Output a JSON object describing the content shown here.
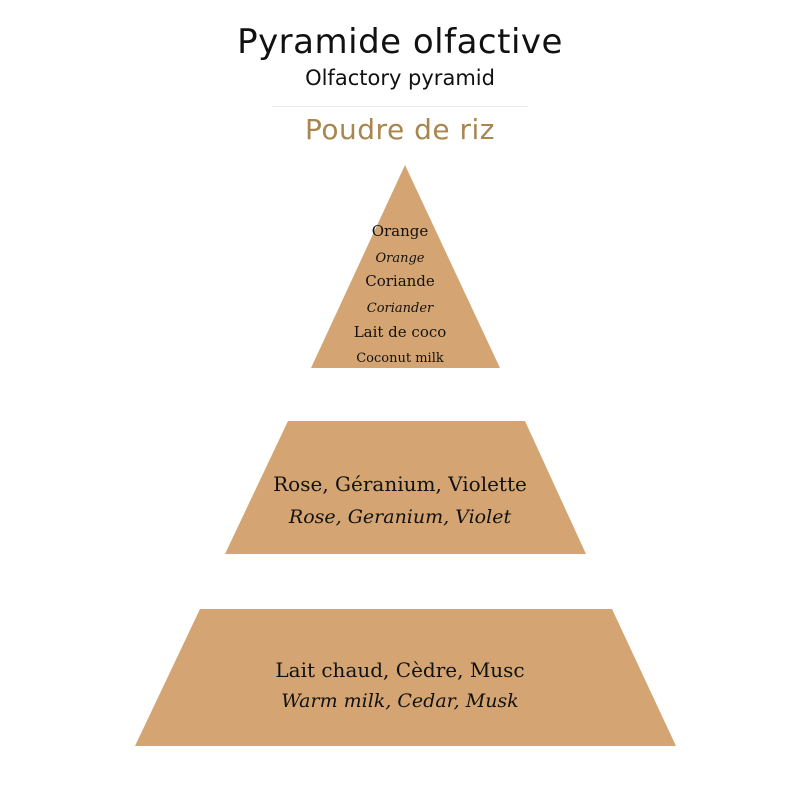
{
  "header": {
    "title": "Pyramide olfactive",
    "subtitle": "Olfactory pyramid",
    "product_name": "Poudre de riz"
  },
  "colors": {
    "tier_fill": "#d4a572",
    "product_name": "#a8864f",
    "text": "#111111"
  },
  "pyramid": {
    "top": {
      "notes": [
        {
          "fr": "Orange",
          "en": "Orange"
        },
        {
          "fr": "Coriande",
          "en": "Coriander"
        },
        {
          "fr": "Lait de coco",
          "en": "Coconut milk"
        }
      ]
    },
    "heart": {
      "fr": "Rose, Géranium, Violette",
      "en": "Rose, Geranium, Violet"
    },
    "base": {
      "fr": "Lait chaud, Cèdre, Musc",
      "en": "Warm milk, Cedar, Musk"
    }
  }
}
